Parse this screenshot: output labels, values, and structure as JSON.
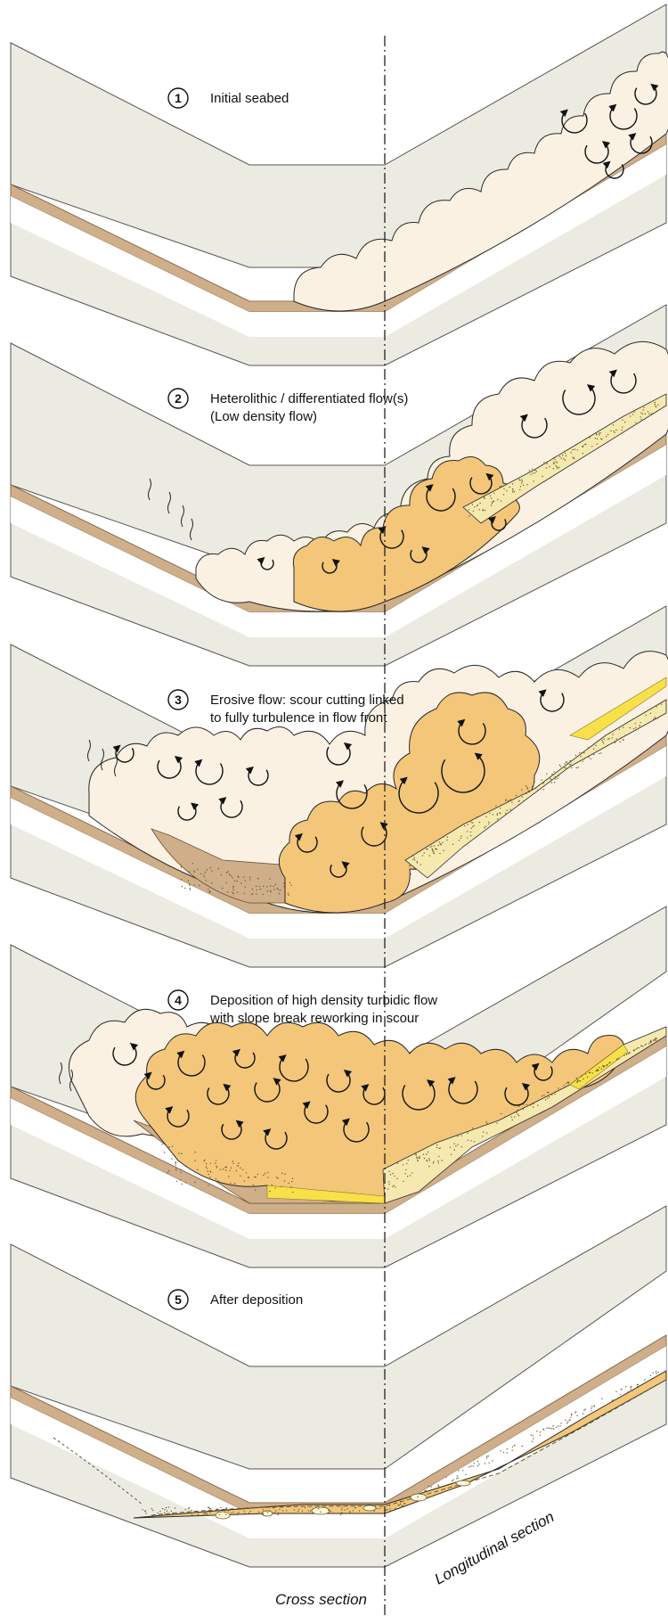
{
  "colors": {
    "panel": "#ebebe1",
    "panel_stroke": "#555555",
    "seabed_sediment": "#cfae8a",
    "dilute_flow": "#faf1e3",
    "dense_flow": "#f3c67a",
    "deposit": "#f6e9b0",
    "bright_deposit": "#f7e04a",
    "outline": "#2a2a2a"
  },
  "stages": [
    {
      "number": "1",
      "lines": [
        "Initial seabed"
      ]
    },
    {
      "number": "2",
      "lines": [
        "Heterolithic / differentiated flow(s)",
        "(Low density flow)"
      ]
    },
    {
      "number": "3",
      "lines": [
        "Erosive flow: scour cutting linked",
        "to fully turbulence in flow front"
      ]
    },
    {
      "number": "4",
      "lines": [
        "Deposition of high density turbidic flow",
        "with slope break reworking in scour"
      ]
    },
    {
      "number": "5",
      "lines": [
        "After deposition"
      ]
    }
  ],
  "labels": {
    "cross_section": "Cross section",
    "longitudinal_section": "Longitudinal section"
  }
}
